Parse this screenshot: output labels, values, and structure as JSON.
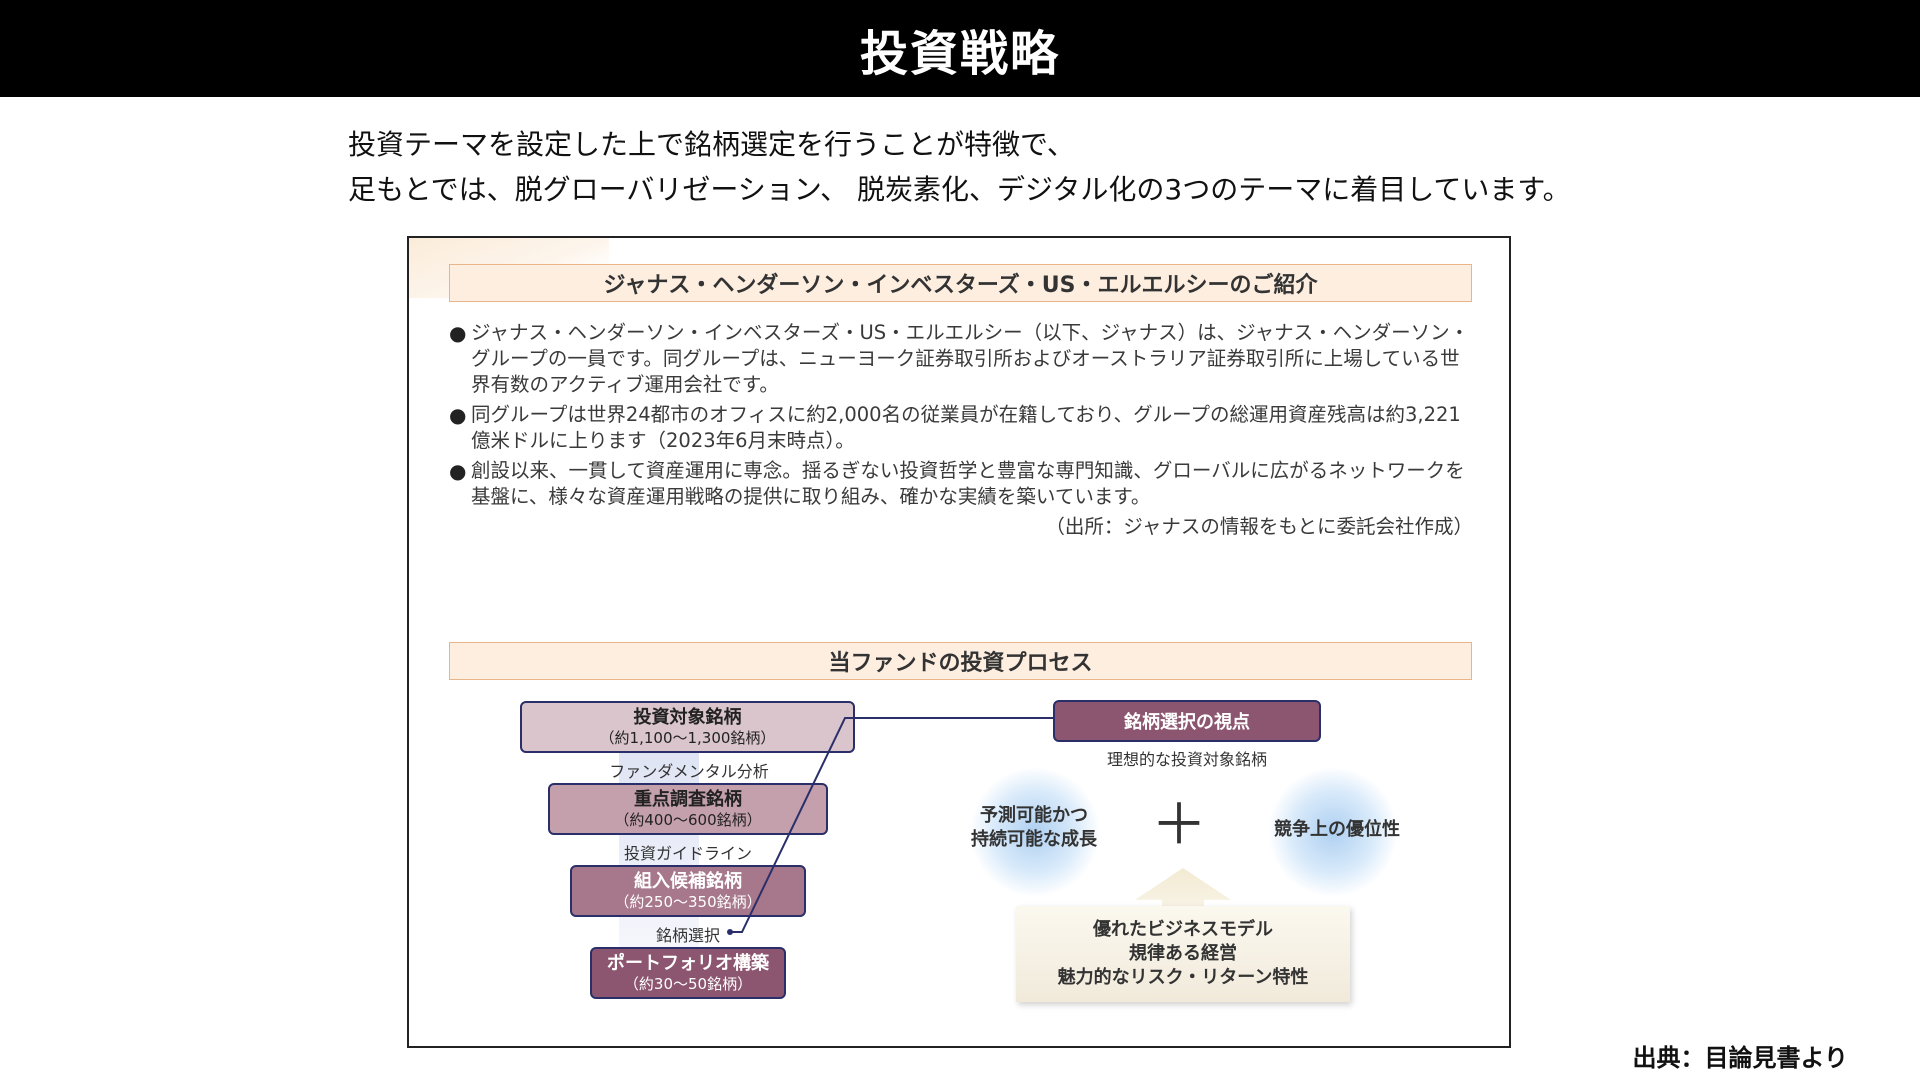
{
  "header": {
    "title": "投資戦略"
  },
  "intro": {
    "line1": "投資テーマを設定した上で銘柄選定を行うことが特徴で、",
    "line2": "足もとでは、脱グローバリゼーション、 脱炭素化、デジタル化の3つのテーマに着目しています。"
  },
  "company_section": {
    "heading": "ジャナス・ヘンダーソン・インベスターズ・US・エルエルシーのご紹介",
    "bullets": [
      "ジャナス・ヘンダーソン・インベスターズ・US・エルエルシー（以下、ジャナス）は、ジャナス・ヘンダーソン・グループの一員です。同グループは、ニューヨーク証券取引所およびオーストラリア証券取引所に上場している世界有数のアクティブ運用会社です。",
      "同グループは世界24都市のオフィスに約2,000名の従業員が在籍しており、グループの総運用資産残高は約3,221億米ドルに上ります（2023年6月末時点）。",
      "創設以来、一貫して資産運用に専念。揺るぎない投資哲学と豊富な専門知識、グローバルに広がるネットワークを基盤に、様々な資産運用戦略の提供に取り組み、確かな実績を築いています。"
    ],
    "bullet_marker": "●",
    "source": "（出所：ジャナスの情報をもとに委託会社作成）"
  },
  "process_section": {
    "heading": "当ファンドの投資プロセス",
    "steps": [
      {
        "title": "投資対象銘柄",
        "sub": "（約1,100〜1,300銘柄）"
      },
      {
        "title": "重点調査銘柄",
        "sub": "（約400〜600銘柄）"
      },
      {
        "title": "組入候補銘柄",
        "sub": "（約250〜350銘柄）"
      },
      {
        "title": "ポートフォリオ構築",
        "sub": "（約30〜50銘柄）"
      }
    ],
    "filters": [
      "ファンダメンタル分析",
      "投資ガイドライン",
      "銘柄選択"
    ],
    "viewpoint": {
      "title": "銘柄選択の視点",
      "ideal": "理想的な投資対象銘柄",
      "left": "予測可能かつ\n持続可能な成長",
      "plus": "＋",
      "right": "競争上の優位性",
      "merits": [
        "優れたビジネスモデル",
        "規律ある経営",
        "魅力的なリスク・リターン特性"
      ]
    }
  },
  "credit": "出典：目論見書より",
  "colors": {
    "header_bg": "#000000",
    "section_header_bg": "#fdeee0",
    "section_header_border": "#e8b48a",
    "step1": "#d9c5cb",
    "step2": "#c4a0ad",
    "step3": "#a7778b",
    "step4": "#8d5670",
    "box_border": "#2a2f6a"
  }
}
